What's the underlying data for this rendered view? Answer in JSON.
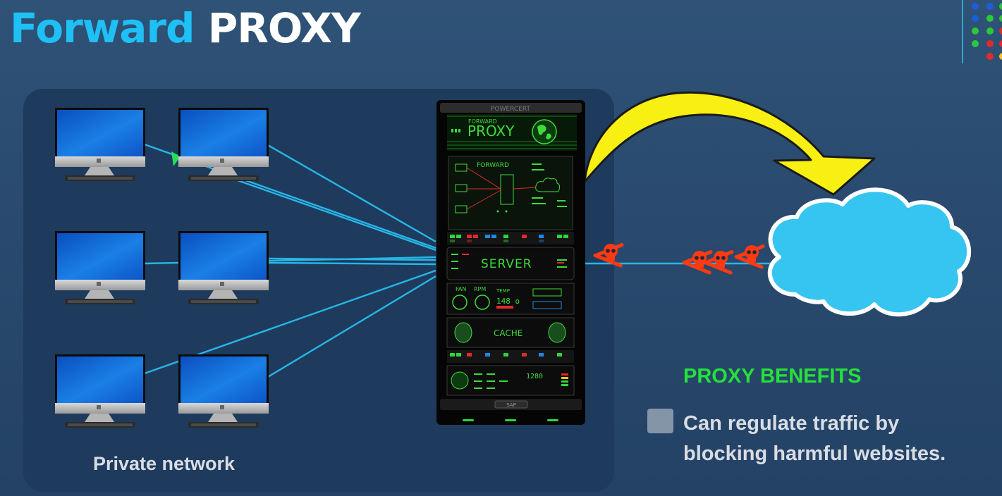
{
  "title": {
    "word1": "Forward",
    "word2": "PROXY"
  },
  "private_network": {
    "label": "Private network"
  },
  "server": {
    "brand": "POWERCERT",
    "proxy_small": "FORWARD",
    "proxy_big": "PROXY",
    "forward_panel": "FORWARD",
    "server_label": "SERVER",
    "fan": "FAN",
    "rpm": "RPM",
    "temp": "TEMP",
    "temp_value": "148 o",
    "cache": "CACHE",
    "readout": "1280",
    "sap": "SAP"
  },
  "benefits": {
    "heading": "PROXY BENEFITS",
    "items": [
      {
        "text": "Can regulate traffic by blocking harmful websites."
      }
    ]
  },
  "colors": {
    "accent_blue": "#1ec0f5",
    "benefit_green": "#26e03a",
    "arrow_yellow": "#f7f012",
    "cloud_blue": "#36c5f0",
    "skull_red": "#ff3a12"
  }
}
